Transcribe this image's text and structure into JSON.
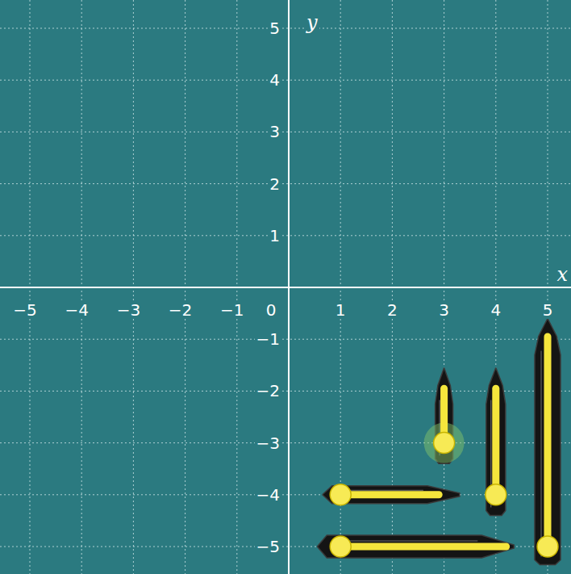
{
  "diagram": {
    "labels": [
      "y",
      "x",
      "−5",
      "−4",
      "−3",
      "−2",
      "−1",
      "0",
      "1",
      "2",
      "3",
      "4",
      "5",
      "5",
      "4",
      "3",
      "2",
      "1",
      "−1",
      "−2",
      "−3",
      "−4",
      "−5"
    ]
  }
}
